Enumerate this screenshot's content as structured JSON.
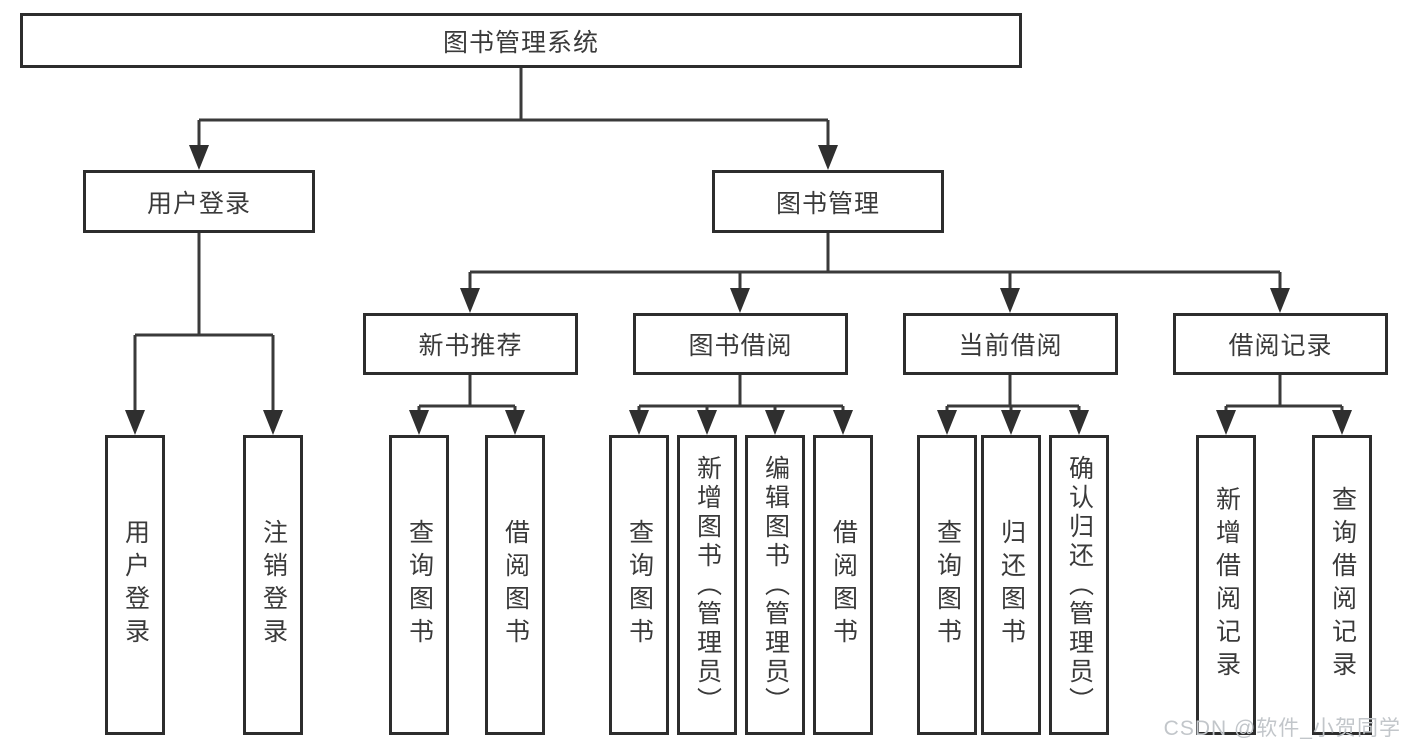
{
  "tree": {
    "root": {
      "label": "图书管理系统"
    },
    "children": [
      {
        "label": "用户登录",
        "children": [
          {
            "label": "用户登录"
          },
          {
            "label": "注销登录"
          }
        ]
      },
      {
        "label": "图书管理",
        "children": [
          {
            "label": "新书推荐",
            "children": [
              {
                "label": "查询图书"
              },
              {
                "label": "借阅图书"
              }
            ]
          },
          {
            "label": "图书借阅",
            "children": [
              {
                "label": "查询图书"
              },
              {
                "label": "新增图书（管理员）"
              },
              {
                "label": "编辑图书（管理员）"
              },
              {
                "label": "借阅图书"
              }
            ]
          },
          {
            "label": "当前借阅",
            "children": [
              {
                "label": "查询图书"
              },
              {
                "label": "归还图书"
              },
              {
                "label": "确认归还（管理员）"
              }
            ]
          },
          {
            "label": "借阅记录",
            "children": [
              {
                "label": "新增借阅记录"
              },
              {
                "label": "查询借阅记录"
              }
            ]
          }
        ]
      }
    ]
  },
  "watermark": {
    "text": "CSDN @软件_小贺同学"
  },
  "colors": {
    "border": "#2d2d2d",
    "line": "#3a3a3a",
    "text": "#3a3a3a",
    "watermark": "#c2c6ca",
    "background": "#ffffff"
  }
}
